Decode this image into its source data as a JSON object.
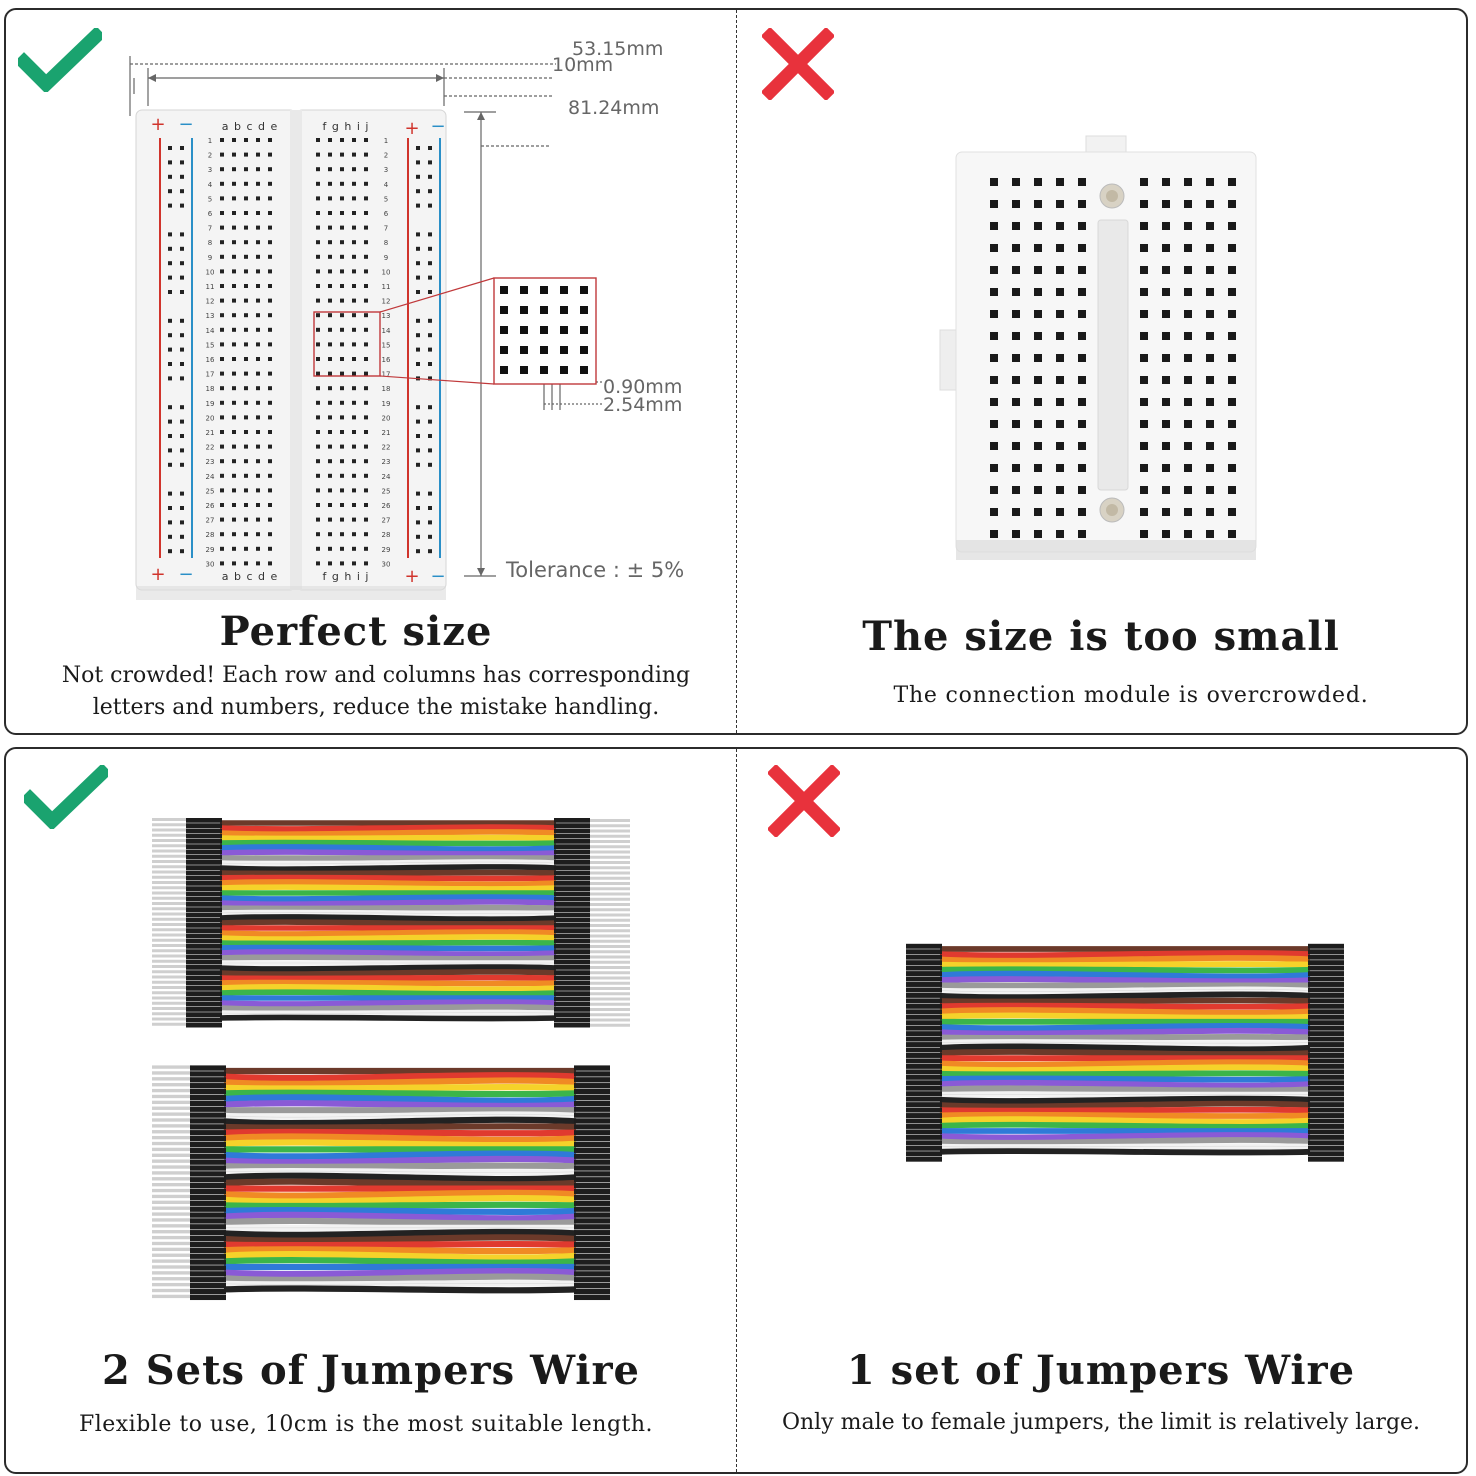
{
  "panels": [
    {
      "status": "correct",
      "icon": "check-icon",
      "title": "Perfect size",
      "description": [
        "Not crowded! Each row and columns has corresponding",
        "letters and numbers, reduce the mistake handling."
      ],
      "measurements": {
        "width_outer": "53.15mm",
        "gap": "10mm",
        "height": "81.24mm",
        "hole": "0.90mm",
        "pitch": "2.54mm",
        "tolerance": "Tolerance : ± 5%"
      },
      "breadboard": {
        "columns_left": "a b c d e",
        "columns_right": "f g h i j",
        "rows": 30,
        "plus": "+",
        "minus": "−"
      }
    },
    {
      "status": "wrong",
      "icon": "cross-icon",
      "title": "The size is too small",
      "description": [
        "The connection module is overcrowded."
      ]
    },
    {
      "status": "correct",
      "icon": "check-icon",
      "title": "2 Sets of Jumpers Wire",
      "description": [
        "Flexible to use, 10cm is the most suitable length."
      ]
    },
    {
      "status": "wrong",
      "icon": "cross-icon",
      "title": "1 set of Jumpers Wire",
      "description": [
        "Only male to female jumpers, the limit is relatively large."
      ]
    }
  ],
  "colors": {
    "check": "#1aa36f",
    "cross": "#e8323c",
    "border": "#2b2b2b",
    "rail_red": "#d0342c",
    "rail_blue": "#2a8fc7",
    "wire_palette": [
      "#6b3a2a",
      "#e03a2f",
      "#f08a24",
      "#f5d22a",
      "#3bb54a",
      "#2f7ad8",
      "#8a5ad6",
      "#9a9a9a",
      "#f2f2f2",
      "#222222"
    ]
  }
}
